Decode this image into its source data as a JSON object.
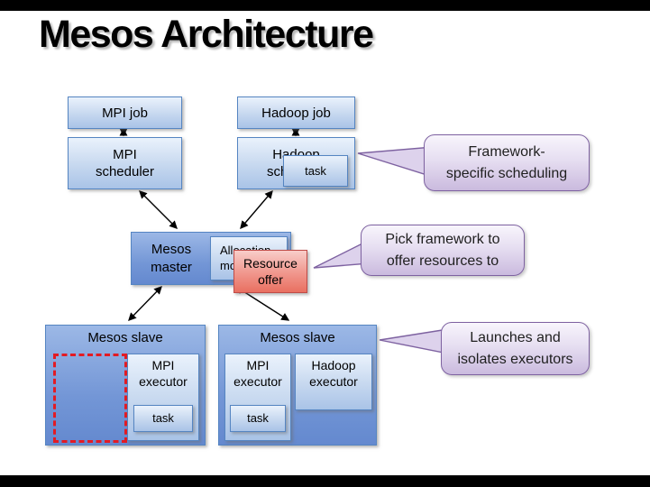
{
  "slide": {
    "title": "Mesos Architecture"
  },
  "boxes": {
    "mpi_job": {
      "label": "MPI job"
    },
    "hadoop_job": {
      "label": "Hadoop job"
    },
    "mpi_scheduler": {
      "lines": [
        "MPI",
        "scheduler"
      ]
    },
    "hadoop_scheduler": {
      "lines": [
        "Hadoop",
        "scheduler"
      ]
    },
    "scheduler_task": {
      "label": "task"
    },
    "mesos_master": {
      "lines": [
        "Mesos",
        "master"
      ]
    },
    "allocation_module": {
      "label": "Allocation module"
    },
    "resource_offer": {
      "label": "Resource offer"
    },
    "slave_left": {
      "label": "Mesos slave",
      "mpi_executor": {
        "lines": [
          "MPI",
          "executor"
        ],
        "task_label": "task"
      }
    },
    "slave_right": {
      "label": "Mesos slave",
      "mpi_executor": {
        "lines": [
          "MPI",
          "executor"
        ],
        "task_label": "task"
      },
      "hadoop_executor": {
        "lines": [
          "Hadoop",
          "executor"
        ]
      }
    }
  },
  "callouts": {
    "framework_specific": {
      "lines": [
        "Framework-",
        "specific scheduling"
      ]
    },
    "pick_framework": {
      "lines": [
        "Pick framework to",
        "offer resources to"
      ]
    },
    "launches": {
      "lines": [
        "Launches and",
        "isolates executors"
      ]
    }
  },
  "colors": {
    "box_border": "#5585c2",
    "box_fill_top": "#eaf2fc",
    "box_fill_bottom": "#a9c3e7",
    "master_fill_top": "#9cb8e6",
    "master_fill_bottom": "#6489cf",
    "offer_border": "#bf4b47",
    "offer_fill_top": "#f8cdc9",
    "offer_fill_bottom": "#e97061",
    "callout_border": "#7e62a1",
    "callout_fill_top": "#f8f5fc",
    "callout_fill_bottom": "#cabade",
    "dashed_red": "#e31b23",
    "arrow": "#000000",
    "letterbox": "#000000"
  }
}
